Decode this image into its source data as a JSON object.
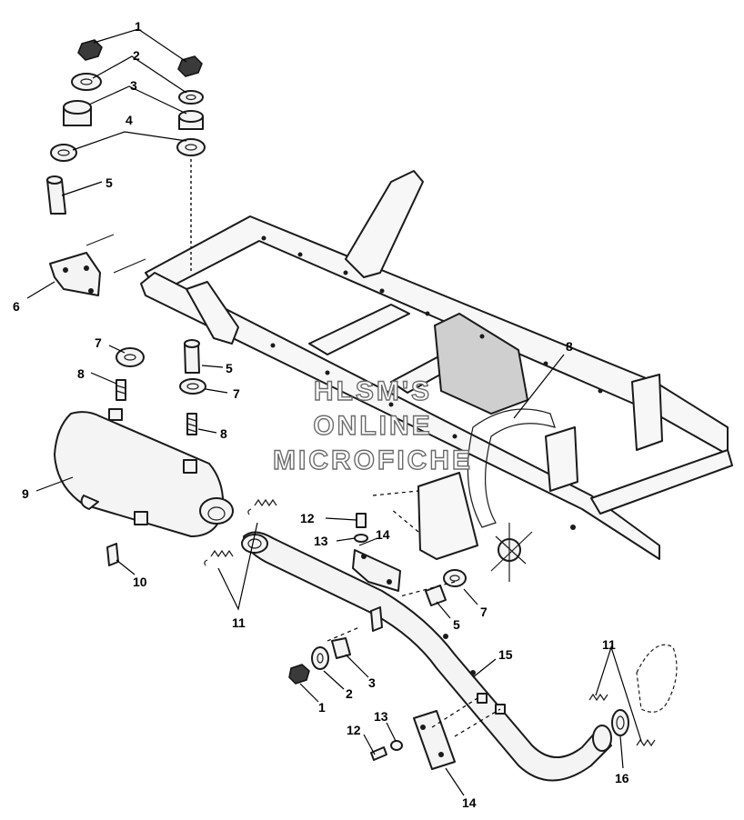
{
  "watermark": {
    "line1": "HLSM'S",
    "line2": "ONLINE",
    "line3": "MICROFICHE"
  },
  "callouts": [
    {
      "id": "c1a",
      "label": "1"
    },
    {
      "id": "c2a",
      "label": "2"
    },
    {
      "id": "c3a",
      "label": "3"
    },
    {
      "id": "c4a",
      "label": "4"
    },
    {
      "id": "c5a",
      "label": "5"
    },
    {
      "id": "c6",
      "label": "6"
    },
    {
      "id": "c7a",
      "label": "7"
    },
    {
      "id": "c8a",
      "label": "8"
    },
    {
      "id": "c5b",
      "label": "5"
    },
    {
      "id": "c7b",
      "label": "7"
    },
    {
      "id": "c8b",
      "label": "8"
    },
    {
      "id": "c8c",
      "label": "8"
    },
    {
      "id": "c9",
      "label": "9"
    },
    {
      "id": "c10",
      "label": "10"
    },
    {
      "id": "c11a",
      "label": "11"
    },
    {
      "id": "c12a",
      "label": "12"
    },
    {
      "id": "c13a",
      "label": "13"
    },
    {
      "id": "c14a",
      "label": "14"
    },
    {
      "id": "c7c",
      "label": "7"
    },
    {
      "id": "c5c",
      "label": "5"
    },
    {
      "id": "c15",
      "label": "15"
    },
    {
      "id": "c3b",
      "label": "3"
    },
    {
      "id": "c2b",
      "label": "2"
    },
    {
      "id": "c1b",
      "label": "1"
    },
    {
      "id": "c12b",
      "label": "12"
    },
    {
      "id": "c13b",
      "label": "13"
    },
    {
      "id": "c14b",
      "label": "14"
    },
    {
      "id": "c11b",
      "label": "11"
    },
    {
      "id": "c16",
      "label": "16"
    }
  ]
}
